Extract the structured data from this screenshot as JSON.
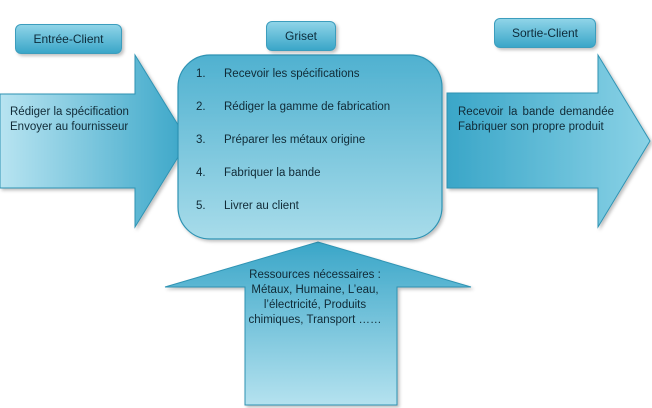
{
  "headers": {
    "entree": "Entrée-Client",
    "griset": "Griset",
    "sortie": "Sortie-Client"
  },
  "left_arrow": {
    "line1": "Rédiger la spécification",
    "line2": "Envoyer au fournisseur"
  },
  "center": {
    "steps": [
      {
        "num": "1.",
        "text": "Recevoir les spécifications"
      },
      {
        "num": "2.",
        "text": "Rédiger la gamme de fabrication"
      },
      {
        "num": "3.",
        "text": "Préparer les métaux origine"
      },
      {
        "num": "4.",
        "text": "Fabriquer la bande"
      },
      {
        "num": "5.",
        "text": "Livrer au client"
      }
    ]
  },
  "right_arrow": {
    "text": "Recevoir la bande demandée Fabriquer son propre produit"
  },
  "bottom_arrow": {
    "line1": "Ressources nécessaires :",
    "line2": "Métaux, Humaine, L’eau,",
    "line3": "l’électricité, Produits",
    "line4": "chimiques, Transport ……"
  },
  "colors": {
    "fill_light": "#a3dbec",
    "fill_dark": "#3aa6c8",
    "stroke": "#2f93b3"
  }
}
